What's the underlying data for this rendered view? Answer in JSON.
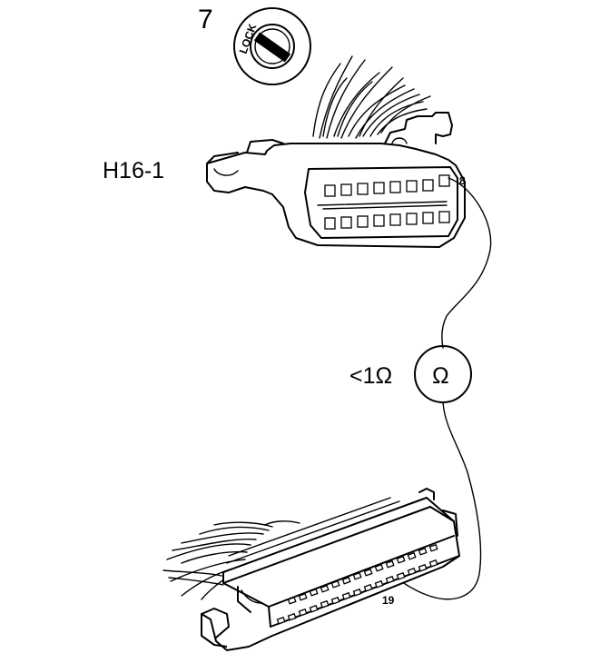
{
  "step_number": "7",
  "ignition": {
    "position_label": "LOCK",
    "icon": "ignition-key-lock-icon"
  },
  "connector_top": {
    "name": "H16-1",
    "pin_label": "8"
  },
  "meter": {
    "symbol": "Ω",
    "reading": "<1Ω",
    "icon": "ohmmeter-icon"
  },
  "connector_bottom": {
    "pin_label": "19"
  }
}
